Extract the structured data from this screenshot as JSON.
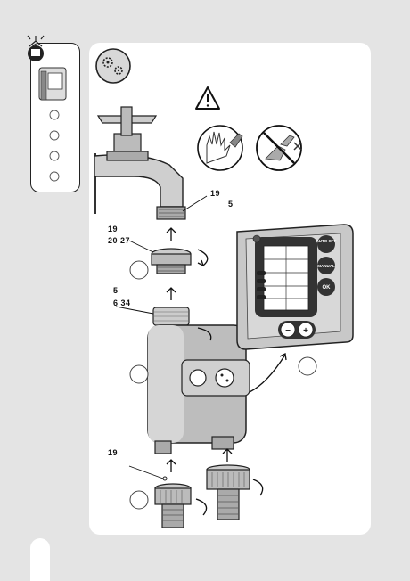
{
  "labels": {
    "l1": "19",
    "l2": "5",
    "l3": "19",
    "l4": "20 27",
    "l5": "5",
    "l6": "6 34",
    "l7": "19"
  },
  "device": {
    "btn_auto": "AUTO OFF",
    "btn_manual": "MANUAL",
    "btn_ok": "OK",
    "btn_minus": "−",
    "btn_plus": "+"
  },
  "icons": {
    "warning": "warning-triangle-icon",
    "gloves": "gloves-on-icon",
    "no_pliers": "no-pliers-icon",
    "settings": "gears-settings-icon"
  }
}
